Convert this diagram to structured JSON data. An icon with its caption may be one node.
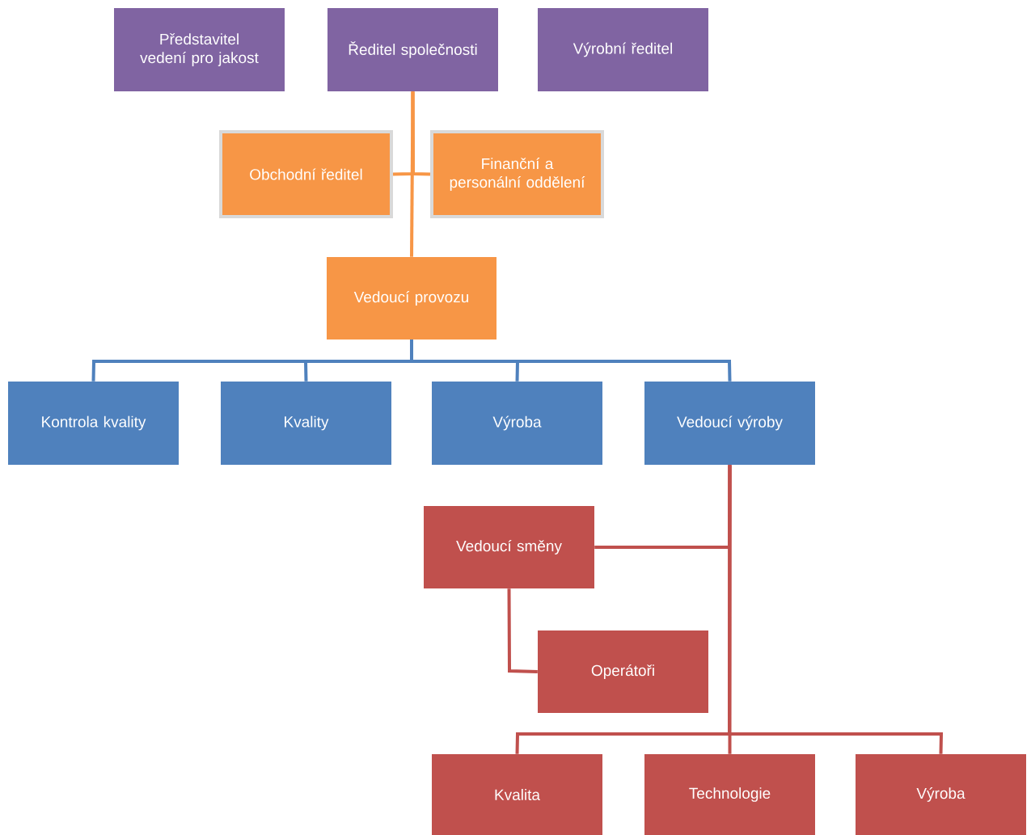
{
  "diagram": {
    "nodes": [
      {
        "text": [
          "Představitel vedení pro jakost"
        ]
      },
      {
        "text": [
          "Ředitel společnosti"
        ]
      },
      {
        "text": [
          "Výrobní ředitel"
        ]
      },
      {
        "text": [
          "Obchodní ředitel"
        ]
      },
      {
        "text": [
          "Finanční a personální oddělení"
        ]
      },
      {
        "text": [
          "Vedoucí provozu"
        ]
      },
      {
        "text": [
          "Kontrola kvality"
        ]
      },
      {
        "text": [
          "Kvality"
        ]
      },
      {
        "text": [
          "Výroba"
        ]
      },
      {
        "text": [
          "Vedoucí výroby"
        ]
      },
      {
        "text": [
          "Vedoucí směny"
        ]
      },
      {
        "text": [
          "Operátoři"
        ]
      },
      {
        "text": [
          "Kvalita"
        ]
      },
      {
        "text": [
          "Technologie"
        ]
      },
      {
        "text": [
          "Výroba"
        ]
      }
    ],
    "edges": [
      {
        "from": 1,
        "to": 3,
        "arrow": "none",
        "color": "#f79646"
      },
      {
        "from": 1,
        "to": 4,
        "arrow": "none",
        "color": "#f79646"
      },
      {
        "from": 1,
        "to": 5,
        "arrow": "none",
        "color": "#f79646"
      },
      {
        "from": 5,
        "to": 6,
        "arrow": "none",
        "color": "#4f81bd"
      },
      {
        "from": 5,
        "to": 7,
        "arrow": "none",
        "color": "#4f81bd"
      },
      {
        "from": 5,
        "to": 8,
        "arrow": "none",
        "color": "#4f81bd"
      },
      {
        "from": 5,
        "to": 9,
        "arrow": "none",
        "color": "#4f81bd"
      },
      {
        "from": 9,
        "to": 10,
        "arrow": "none"
      },
      {
        "from": 10,
        "to": 11,
        "arrow": "none"
      },
      {
        "from": 9,
        "to": 12,
        "arrow": "none"
      },
      {
        "from": 9,
        "to": 13,
        "arrow": "none"
      },
      {
        "from": 9,
        "to": 14,
        "arrow": "none"
      }
    ]
  }
}
